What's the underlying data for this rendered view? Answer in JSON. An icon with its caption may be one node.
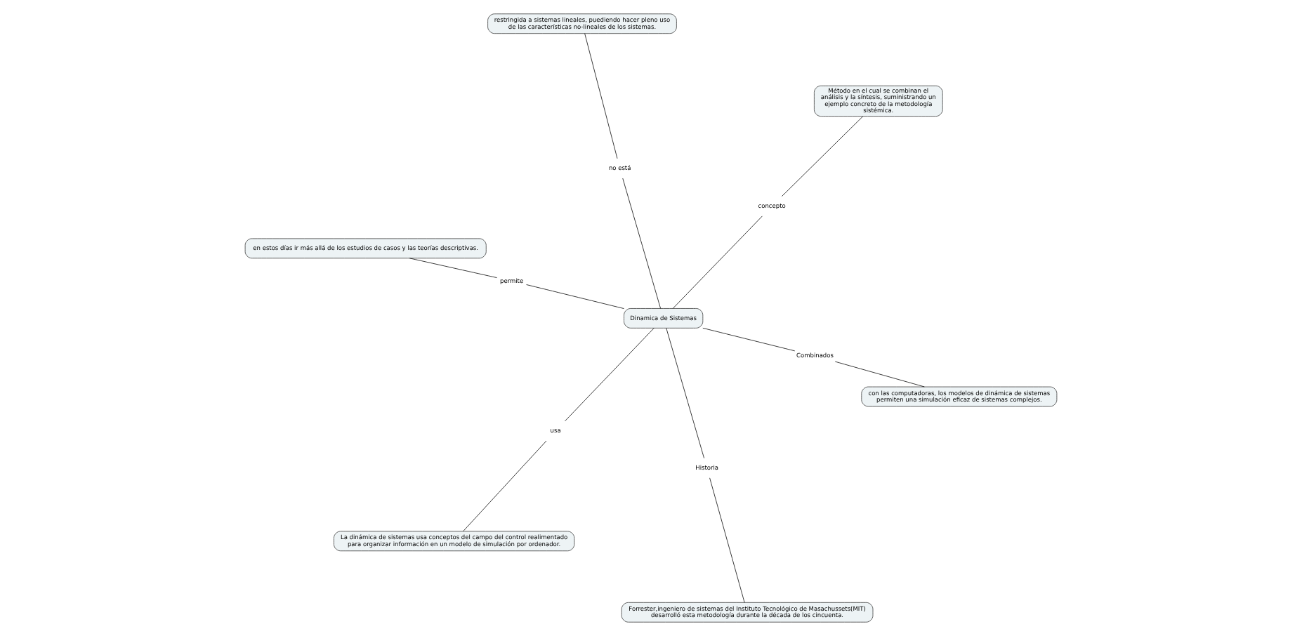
{
  "diagram": {
    "nodes": [
      {
        "text": [
          "Dinamica de Sistemas"
        ]
      },
      {
        "text": [
          "Combinados"
        ]
      },
      {
        "text": [
          "con las computadoras, los modelos de dinámica de sistemas permiten una simulación eficaz de sistemas complejos."
        ]
      },
      {
        "text": [
          "no está"
        ]
      },
      {
        "text": [
          "restringida a sistemas lineales, puediendo hacer pleno uso de las características no-lineales de los sistemas."
        ]
      },
      {
        "text": [
          "permite"
        ]
      },
      {
        "text": [
          "en estos días ir más allá de los estudios de casos y las teorías descriptivas."
        ]
      },
      {
        "text": [
          "Historia"
        ]
      },
      {
        "text": [
          "Forrester,ingeniero de sistemas del Instituto Tecnológico de Masachussets(MIT) desarrolló esta metodología durante la década de los cincuenta."
        ]
      },
      {
        "text": [
          "usa"
        ]
      },
      {
        "text": [
          "La dinámica de sistemas usa conceptos del campo del control realimentado para organizar información en un modelo de simulación por ordenador."
        ]
      },
      {
        "text": [
          "concepto"
        ]
      },
      {
        "text": [
          "Método en el cual se combinan el análisis y la síntesis, suministrando un ejemplo concreto de la metodología sistémica."
        ]
      }
    ],
    "edges": [
      {
        "from": 0,
        "to": 1,
        "arrow": "none"
      },
      {
        "from": 1,
        "to": 2,
        "arrow": "none"
      },
      {
        "from": 0,
        "to": 3,
        "arrow": "none"
      },
      {
        "from": 3,
        "to": 4,
        "arrow": "none"
      },
      {
        "from": 0,
        "to": 5,
        "arrow": "none"
      },
      {
        "from": 5,
        "to": 6,
        "arrow": "none"
      },
      {
        "from": 0,
        "to": 7,
        "arrow": "none"
      },
      {
        "from": 7,
        "to": 8,
        "arrow": "none"
      },
      {
        "from": 0,
        "to": 9,
        "arrow": "none"
      },
      {
        "from": 9,
        "to": 10,
        "arrow": "none"
      },
      {
        "from": 0,
        "to": 11,
        "arrow": "none"
      },
      {
        "from": 11,
        "to": 12,
        "arrow": "none"
      }
    ]
  }
}
